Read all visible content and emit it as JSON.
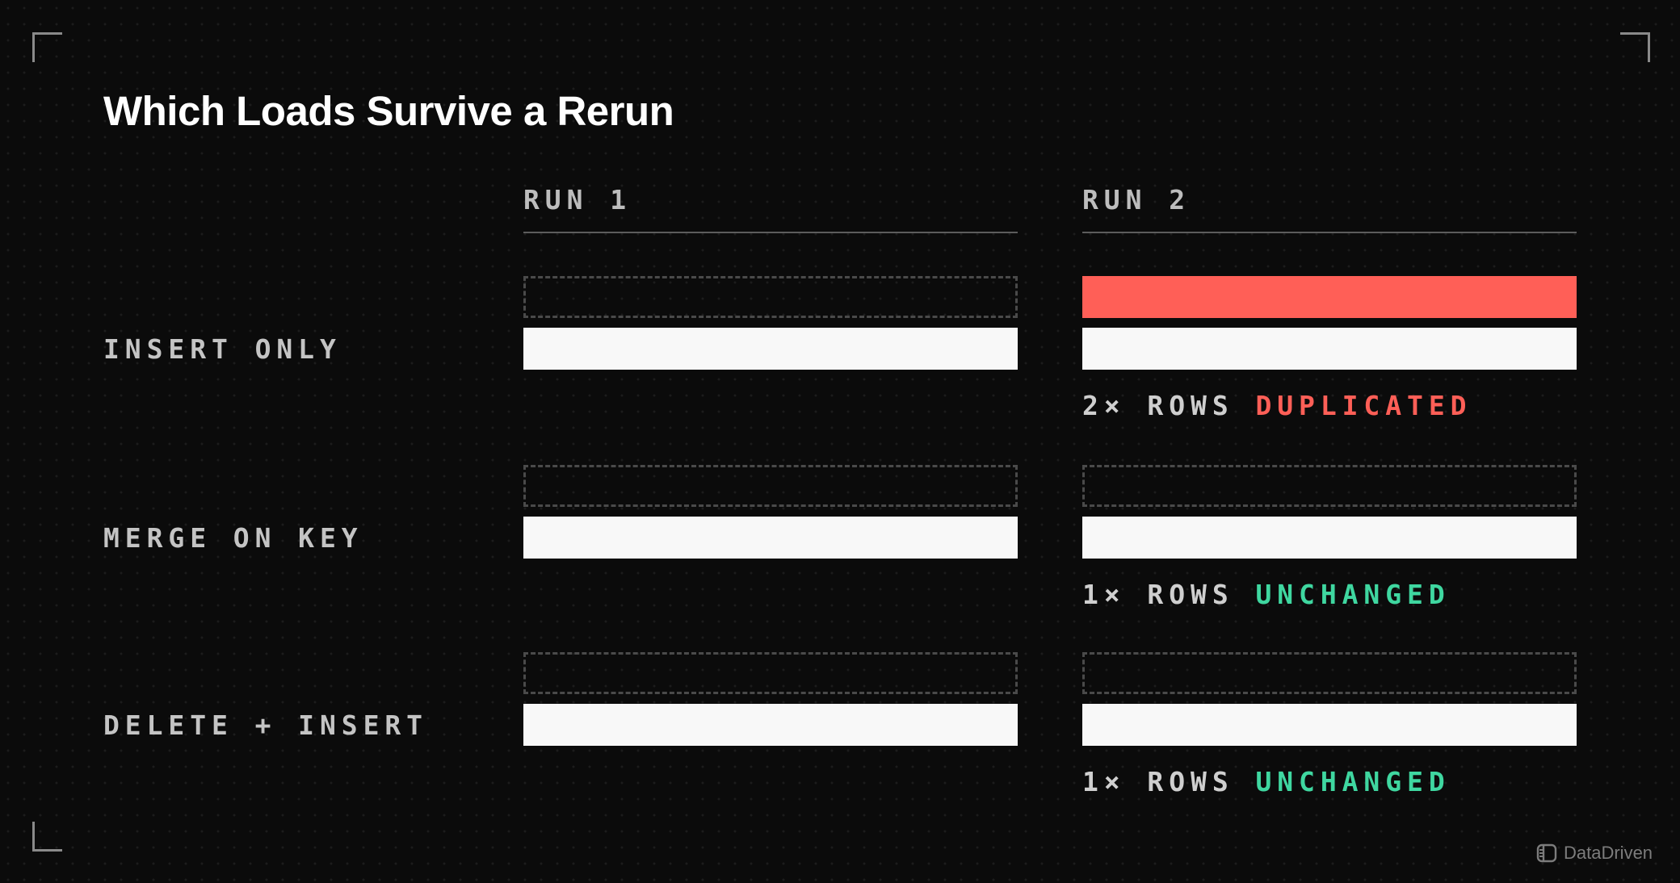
{
  "title": "Which Loads Survive a Rerun",
  "columns": [
    {
      "label": "RUN 1"
    },
    {
      "label": "RUN 2"
    }
  ],
  "rows": [
    {
      "label": "INSERT ONLY",
      "run1": [
        "ghost",
        "solid"
      ],
      "run2": [
        "duplicate",
        "solid"
      ],
      "multiplier": "2×",
      "unit": "ROWS",
      "status": "DUPLICATED"
    },
    {
      "label": "MERGE ON KEY",
      "run1": [
        "ghost",
        "solid"
      ],
      "run2": [
        "ghost",
        "solid"
      ],
      "multiplier": "1×",
      "unit": "ROWS",
      "status": "UNCHANGED"
    },
    {
      "label": "DELETE + INSERT",
      "run1": [
        "ghost",
        "solid"
      ],
      "run2": [
        "ghost",
        "solid"
      ],
      "multiplier": "1×",
      "unit": "ROWS",
      "status": "UNCHANGED"
    }
  ],
  "brand": {
    "name": "DataDriven",
    "icon": "datadriven-logo-icon"
  },
  "colors": {
    "background": "#0b0b0b",
    "bar": "#f8f8f8",
    "duplicate": "#ff5f57",
    "unchanged": "#3fd7a0",
    "text": "#c4c4c4"
  }
}
